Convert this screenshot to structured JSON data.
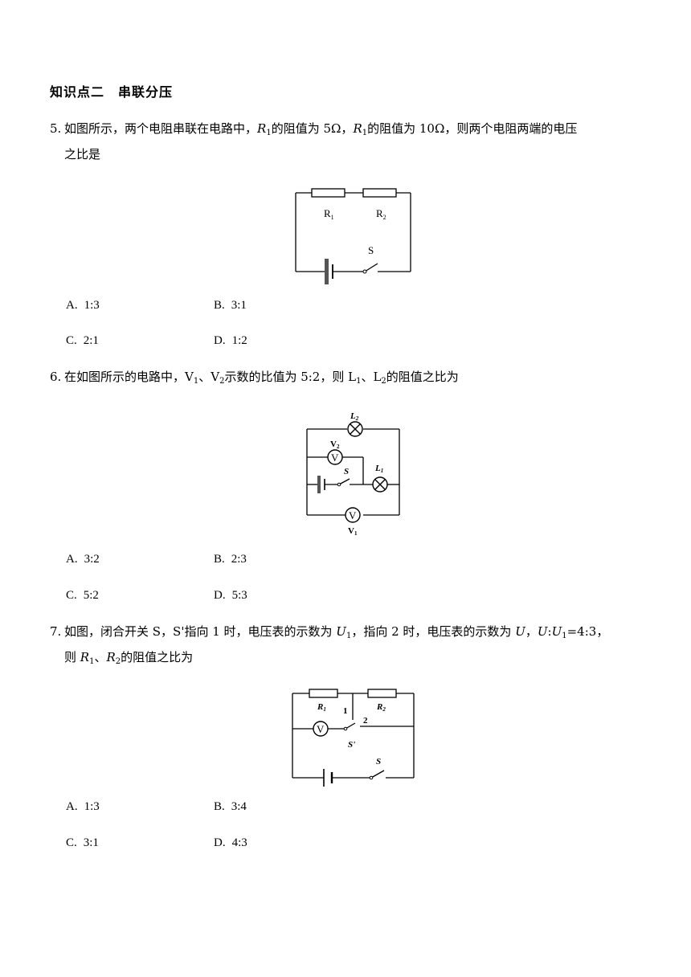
{
  "section": {
    "title": "知识点二　串联分压"
  },
  "q5": {
    "num": "5.",
    "l1a": "如图所示，两个电阻串联在电路中，",
    "r1": "R",
    "r1sub": "1",
    "l1b": "的阻值为 5Ω，",
    "r2": "R",
    "r2sub": "1",
    "l1c": "的阻值为 10Ω，则两个电阻两端的电压",
    "l2": "之比是",
    "fig": {
      "R1": "R",
      "R1sub": "1",
      "R2": "R",
      "R2sub": "2",
      "S": "S"
    },
    "options": [
      {
        "label": "A.",
        "text": "1:3"
      },
      {
        "label": "B.",
        "text": "3:1"
      },
      {
        "label": "C.",
        "text": "2:1"
      },
      {
        "label": "D.",
        "text": "1:2"
      }
    ]
  },
  "q6": {
    "num": "6.",
    "a": "在如图所示的电路中，V",
    "asub": "1",
    "b": "、V",
    "bsub": "2",
    "c": "示数的比值为 5:2，则 L",
    "csub": "1",
    "d": "、L",
    "dsub": "2",
    "e": "的阻值之比为",
    "fig": {
      "L2": "L",
      "L2sub": "2",
      "V2": "V",
      "V2sub": "2",
      "S": "S",
      "L1": "L",
      "L1sub": "1",
      "V1": "V",
      "V1sub": "1",
      "meter": "V"
    },
    "options": [
      {
        "label": "A.",
        "text": "3:2"
      },
      {
        "label": "B.",
        "text": "2:3"
      },
      {
        "label": "C.",
        "text": "5:2"
      },
      {
        "label": "D.",
        "text": "5:3"
      }
    ]
  },
  "q7": {
    "num": "7.",
    "a": "如图，闭合开关 S，S'指向 1 时，电压表的示数为 ",
    "u1": "U",
    "u1sub": "1",
    "b": "，指向 2 时，电压表的示数为 ",
    "u": "U",
    "c": "，",
    "u2": "U",
    "colon": ":",
    "u3": "U",
    "u3sub": "1",
    "d": "=4:3，",
    "l2a": "则 ",
    "r1": "R",
    "r1sub": "1",
    "l2b": "、",
    "r2": "R",
    "r2sub": "2",
    "l2c": "的阻值之比为",
    "fig": {
      "R1": "R",
      "R1sub": "1",
      "R2": "R",
      "R2sub": "2",
      "p1": "1",
      "p2": "2",
      "Sp": "S'",
      "S": "S",
      "meter": "V"
    },
    "options": [
      {
        "label": "A.",
        "text": "1:3"
      },
      {
        "label": "B.",
        "text": "3:4"
      },
      {
        "label": "C.",
        "text": "3:1"
      },
      {
        "label": "D.",
        "text": "4:3"
      }
    ]
  }
}
